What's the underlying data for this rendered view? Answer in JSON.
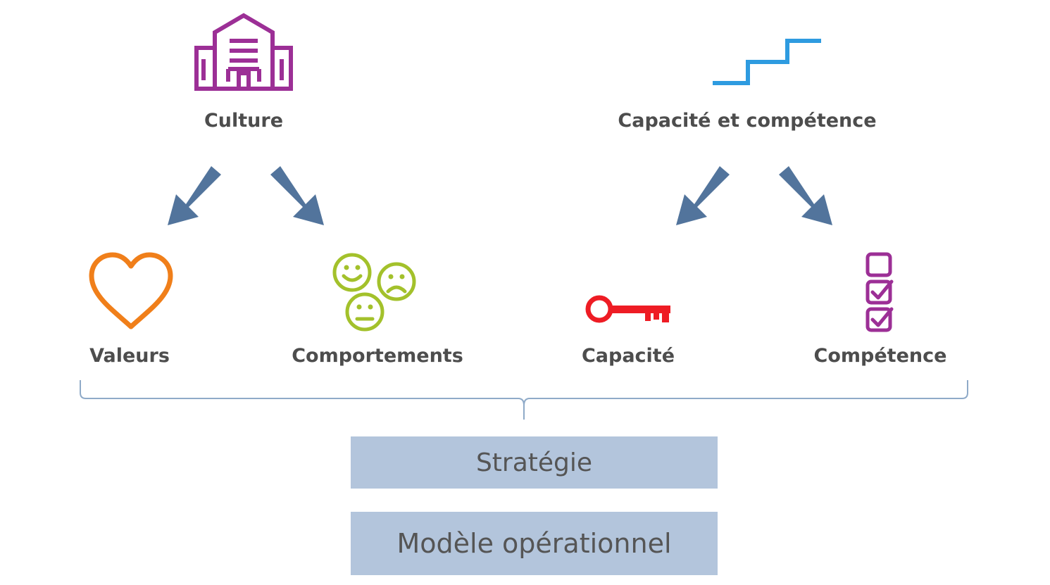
{
  "top_concepts": {
    "left": {
      "label": "Culture",
      "icon": "building-icon",
      "color": "#9c2f96"
    },
    "right": {
      "label": "Capacité et compétence",
      "icon": "stairs-icon",
      "color": "#2e9be0"
    }
  },
  "sub_concepts": [
    {
      "label": "Valeurs",
      "icon": "heart-icon",
      "color": "#f07f1a"
    },
    {
      "label": "Comportements",
      "icon": "smileys-icon",
      "color": "#a3c12b"
    },
    {
      "label": "Capacité",
      "icon": "key-icon",
      "color": "#ee1c24"
    },
    {
      "label": "Compétence",
      "icon": "checklist-icon",
      "color": "#9c2f96"
    }
  ],
  "arrow_color": "#52749c",
  "bracket_color": "#8faac8",
  "boxes": [
    {
      "label": "Stratégie"
    },
    {
      "label": "Modèle opérationnel"
    }
  ],
  "box_color": "#b3c5dc"
}
